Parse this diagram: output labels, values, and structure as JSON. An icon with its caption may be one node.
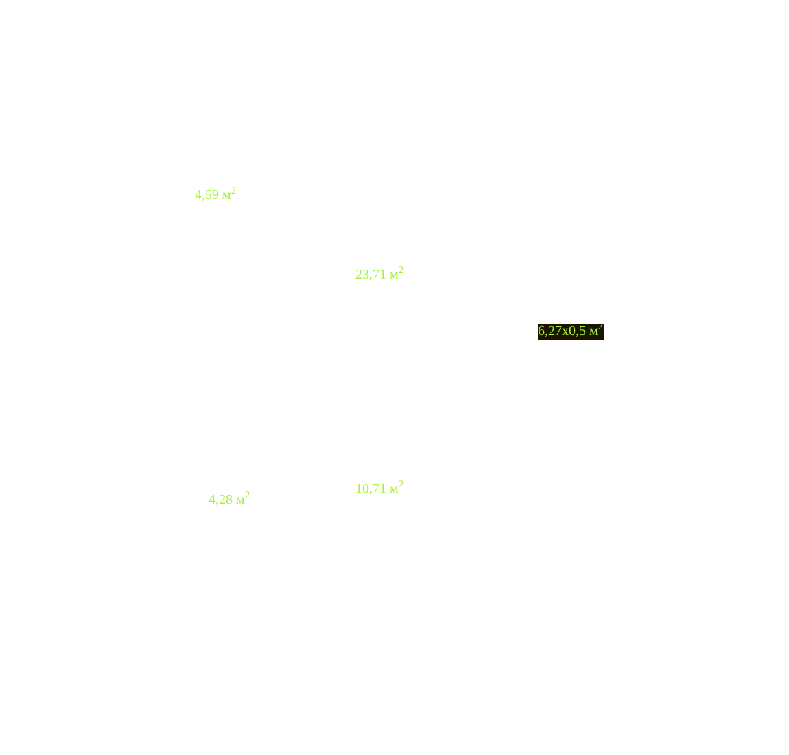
{
  "diagram": {
    "labels": [
      "4,59 м$^{2}$",
      "23,71 м$^{2}$",
      "6,27x0,5 м$^{2}$",
      "10,71 м$^{2}$",
      "4,28 м$^{2}$"
    ]
  }
}
